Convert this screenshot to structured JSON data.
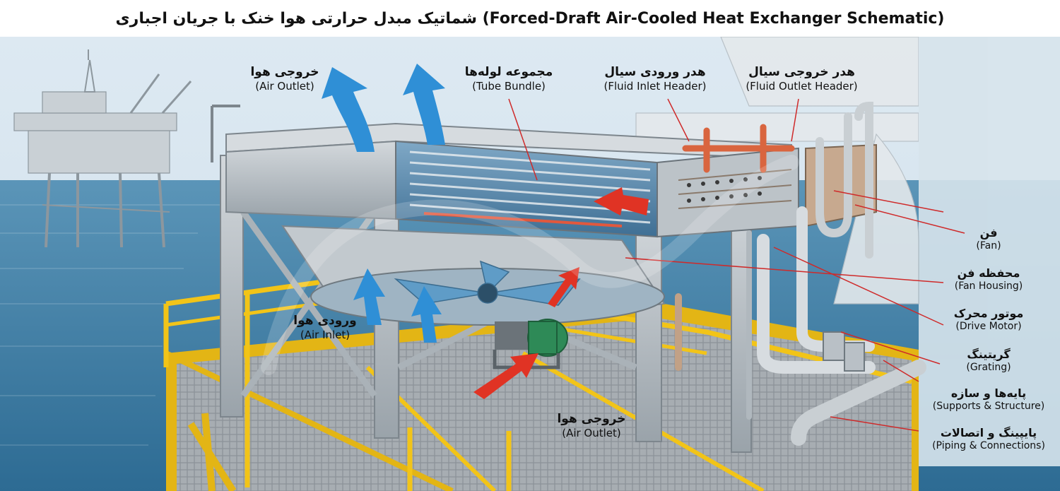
{
  "title": "شماتیک مبدل حرارتی هوا خنک با جریان اجباری (Forced-Draft Air-Cooled Heat Exchanger Schematic)",
  "labels": {
    "air_outlet_top": {
      "fa": "خروجی هوا",
      "en": "(Air Outlet)"
    },
    "tube_bundle": {
      "fa": "مجموعه لوله‌ها",
      "en": "(Tube Bundle)"
    },
    "fluid_inlet_header": {
      "fa": "هدر ورودی سیال",
      "en": "(Fluid Inlet Header)"
    },
    "fluid_outlet_header": {
      "fa": "هدر خروجی سیال",
      "en": "(Fluid Outlet Header)"
    },
    "air_inlet": {
      "fa": "ورودی هوا",
      "en": "(Air Inlet)"
    },
    "air_outlet_bottom": {
      "fa": "خروجی هوا",
      "en": "(Air Outlet)"
    }
  },
  "callouts": [
    {
      "fa": "فن",
      "en": "(Fan)"
    },
    {
      "fa": "محفظه فن",
      "en": "(Fan Housing)"
    },
    {
      "fa": "موتور محرک",
      "en": "(Drive Motor)"
    },
    {
      "fa": "گریتینگ",
      "en": "(Grating)"
    },
    {
      "fa": "پایه‌ها و سازه",
      "en": "(Supports & Structure)"
    },
    {
      "fa": "پایپینگ و اتصالات",
      "en": "(Piping & Connections)"
    }
  ],
  "colors": {
    "sea": "#3f7fa6",
    "sky": "#d9e7f0",
    "steel": "#b9c0c6",
    "steel_dark": "#7d868d",
    "safety_yellow": "#f2c418",
    "air_blue": "#2f8fd6",
    "air_red": "#e03324",
    "leader": "#cf2a2a",
    "copper": "#d9653f"
  },
  "icons": [
    "oil-platform-icon",
    "fan-icon",
    "motor-icon"
  ]
}
